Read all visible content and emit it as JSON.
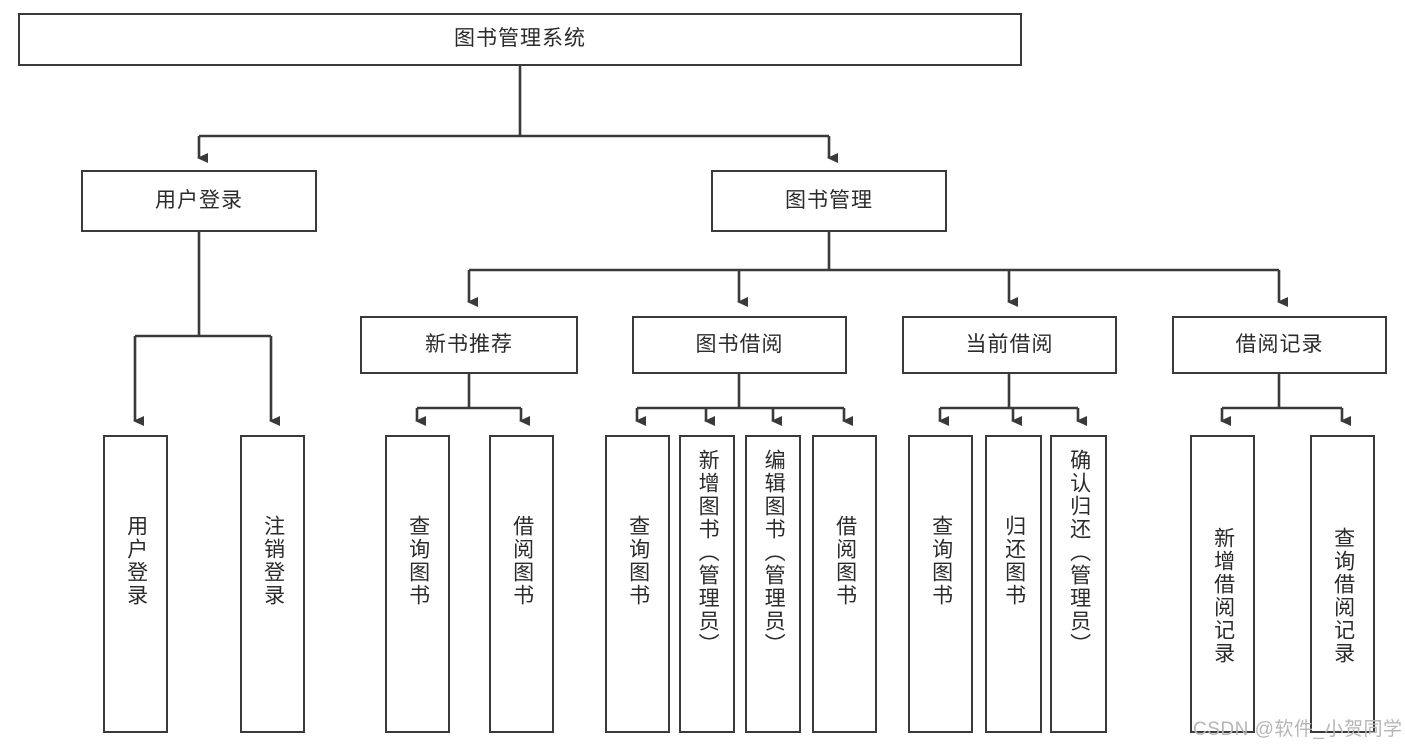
{
  "diagram": {
    "title": "图书管理系统",
    "root": {
      "label": "图书管理系统"
    },
    "level2": [
      {
        "label": "用户登录"
      },
      {
        "label": "图书管理"
      }
    ],
    "level3": [
      {
        "label": "新书推荐"
      },
      {
        "label": "图书借阅"
      },
      {
        "label": "当前借阅"
      },
      {
        "label": "借阅记录"
      }
    ],
    "leaves": [
      {
        "label": "用户登录",
        "parent": "用户登录"
      },
      {
        "label": "注销登录",
        "parent": "用户登录"
      },
      {
        "label": "查询图书",
        "parent": "新书推荐"
      },
      {
        "label": "借阅图书",
        "parent": "新书推荐"
      },
      {
        "label": "查询图书",
        "parent": "图书借阅"
      },
      {
        "label": "新增图书（管理员）",
        "parent": "图书借阅"
      },
      {
        "label": "编辑图书（管理员）",
        "parent": "图书借阅"
      },
      {
        "label": "借阅图书",
        "parent": "图书借阅"
      },
      {
        "label": "查询图书",
        "parent": "当前借阅"
      },
      {
        "label": "归还图书",
        "parent": "当前借阅"
      },
      {
        "label": "确认归还（管理员）",
        "parent": "当前借阅"
      },
      {
        "label": "新增借阅记录",
        "parent": "借阅记录"
      },
      {
        "label": "查询借阅记录",
        "parent": "借阅记录"
      }
    ],
    "watermark": "CSDN @软件_小贺同学",
    "colors": {
      "stroke": "#3a3a3a",
      "text": "#2b2b2b",
      "background": "#ffffff",
      "watermark": "#b6b6b6"
    }
  }
}
